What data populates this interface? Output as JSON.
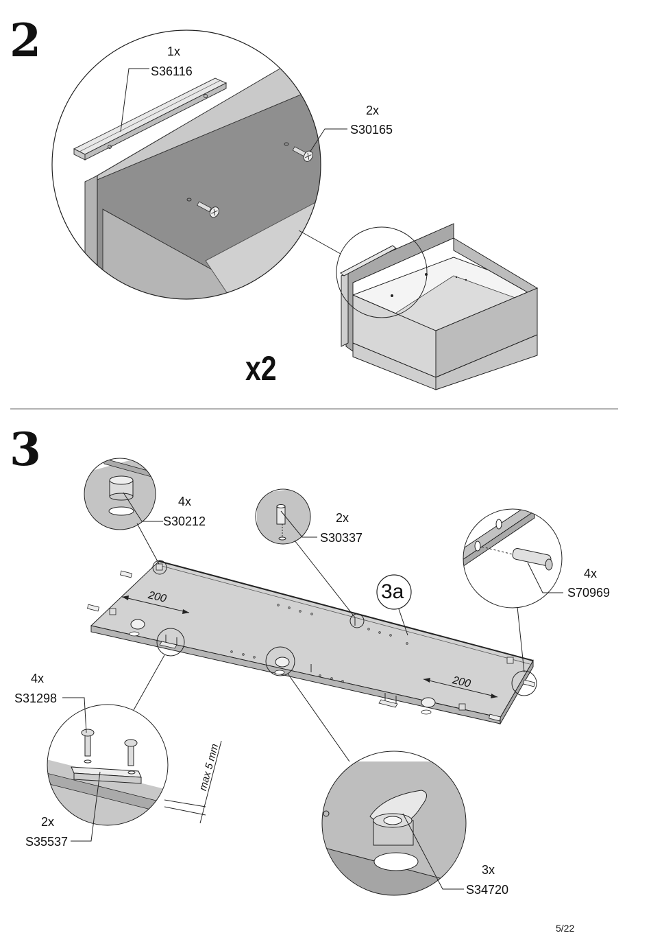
{
  "step2": {
    "number": "2",
    "multiplier": "x2",
    "parts": [
      {
        "qty": "1x",
        "code": "S36116"
      },
      {
        "qty": "2x",
        "code": "S30165"
      }
    ]
  },
  "step3": {
    "number": "3",
    "callout": "3a",
    "dimension_left": "200",
    "dimension_right": "200",
    "max_label": "max 5 mm",
    "parts": [
      {
        "qty": "4x",
        "code": "S30212"
      },
      {
        "qty": "2x",
        "code": "S30337"
      },
      {
        "qty": "4x",
        "code": "S70969"
      },
      {
        "qty": "4x",
        "code": "S31298"
      },
      {
        "qty": "2x",
        "code": "S35537"
      },
      {
        "qty": "3x",
        "code": "S34720"
      }
    ]
  },
  "footer": {
    "page": "5/22"
  }
}
